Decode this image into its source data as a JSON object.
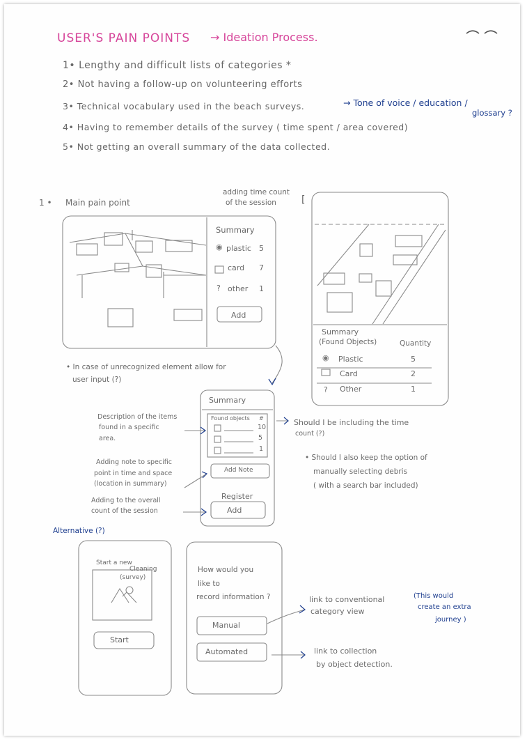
{
  "header": {
    "title": "USER'S PAIN POINTS",
    "arrow_title": "→ Ideation Process."
  },
  "pain_points": [
    {
      "label": "1• Lengthy and difficult lists of categories *"
    },
    {
      "label": "2• Not having a follow-up on volunteering efforts"
    },
    {
      "label": "3• Technical vocabulary used in the beach surveys."
    },
    {
      "label": "4• Having to remember details of the survey ( time spent / area covered)"
    },
    {
      "label": "5• Not getting an overall summary of the data collected."
    }
  ],
  "pain_point_3_note": {
    "line1": "→ Tone of voice / education /",
    "line2": "glossary ?"
  },
  "section1": {
    "number": "1 •",
    "heading": "Main pain point",
    "time_note_1": "adding time count",
    "time_note_2": "of the session"
  },
  "landscape_summary": {
    "title": "Summary",
    "rows": [
      {
        "icon": "bottle-icon",
        "name": "plastic",
        "count": "5"
      },
      {
        "icon": "box-icon",
        "name": "card",
        "count": "7"
      },
      {
        "icon": "question-icon",
        "name": "other",
        "count": "1"
      }
    ],
    "add_button": "Add"
  },
  "portrait_summary": {
    "title": "Summary",
    "subtitle": "(Found Objects)",
    "quantity_header": "Quantity",
    "rows": [
      {
        "icon": "bottle-icon",
        "name": "Plastic",
        "count": "5"
      },
      {
        "icon": "box-icon",
        "name": "Card",
        "count": "2"
      },
      {
        "icon": "question-icon",
        "name": "Other",
        "count": "1"
      }
    ]
  },
  "unrecognized_note": {
    "line1": "• In case of unrecognized element allow for",
    "line2": "user input (?)"
  },
  "phone_summary": {
    "title": "Summary",
    "list_header": "Found objects",
    "hash": "#",
    "counts": [
      "10",
      "5",
      "1"
    ],
    "add_note_button": "Add Note",
    "register_label": "Register",
    "add_button": "Add"
  },
  "left_notes": {
    "description": [
      "Description of the items",
      "found in a specific",
      "area."
    ],
    "adding_note": [
      "Adding note to specific",
      "point in time and space",
      "(location in summary)"
    ],
    "adding_overall": [
      "Adding to the overall",
      "count of the session"
    ]
  },
  "right_notes": {
    "time_question": [
      "Should I be including the time",
      "count (?)"
    ],
    "manual_option": [
      "• Should I also keep the option of",
      "manually selecting debris",
      "( with a search bar included)"
    ]
  },
  "alternative": {
    "label": "Alternative (?)",
    "start_card_text": "Start a new",
    "cleaning_text": "Cleaning",
    "survey_text": "(survey)",
    "start_button": "Start",
    "question": [
      "How would you",
      "like to",
      "record information ?"
    ],
    "manual_button": "Manual",
    "automated_button": "Automated",
    "manual_note": [
      "link to conventional",
      "category view"
    ],
    "extra_journey": [
      "(This would",
      "create an extra",
      "journey )"
    ],
    "automated_note": [
      "link to collection",
      "by object detection."
    ]
  }
}
